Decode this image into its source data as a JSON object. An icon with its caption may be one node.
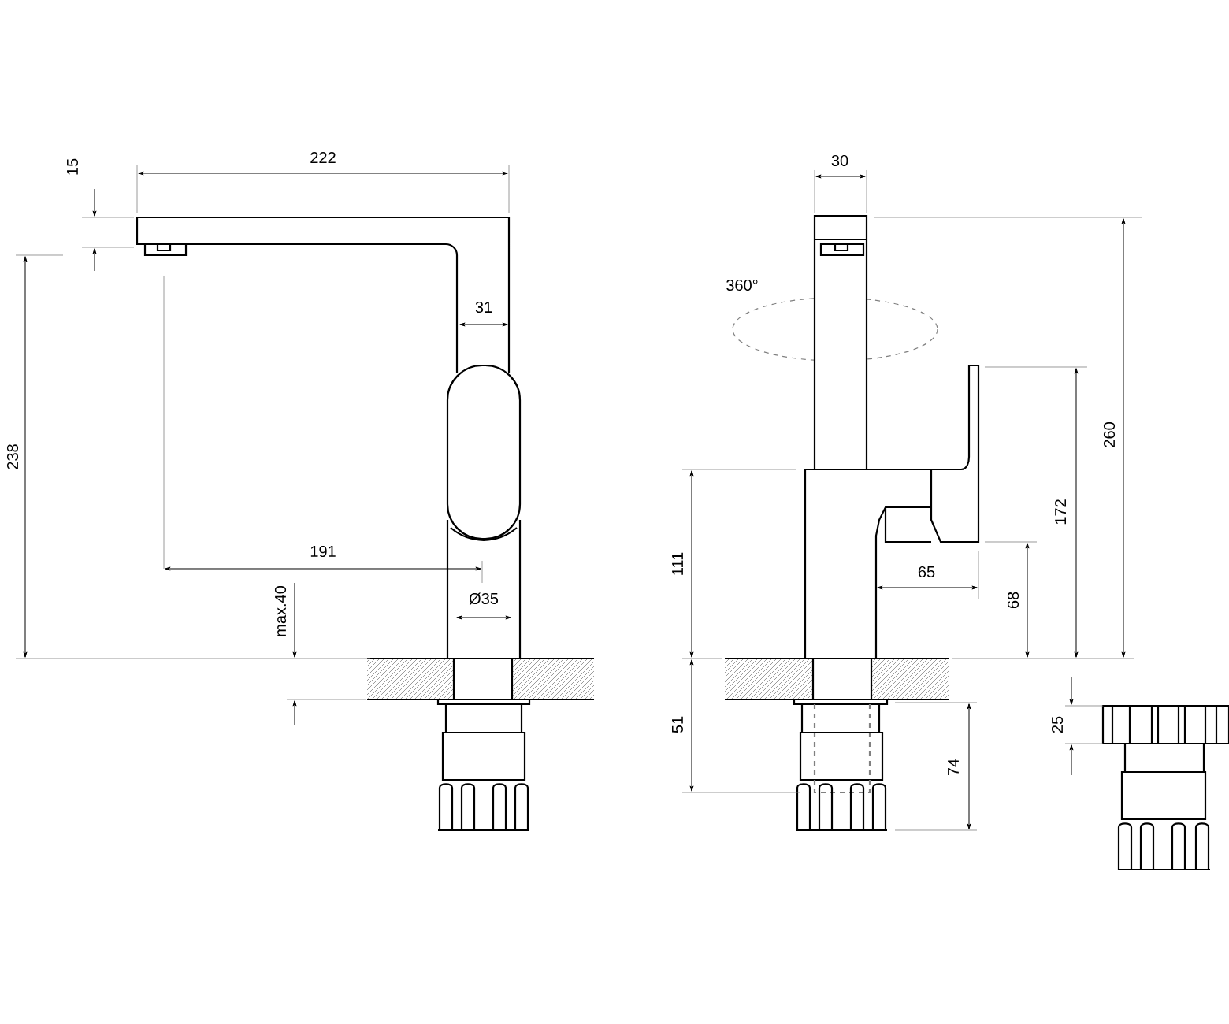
{
  "diagram": {
    "labels": [
      "15",
      "222",
      "30",
      "360°",
      "260",
      "31",
      "238",
      "172",
      "111",
      "191",
      "65",
      "68",
      "max.40",
      "Ø35",
      "51",
      "25",
      "74"
    ]
  }
}
